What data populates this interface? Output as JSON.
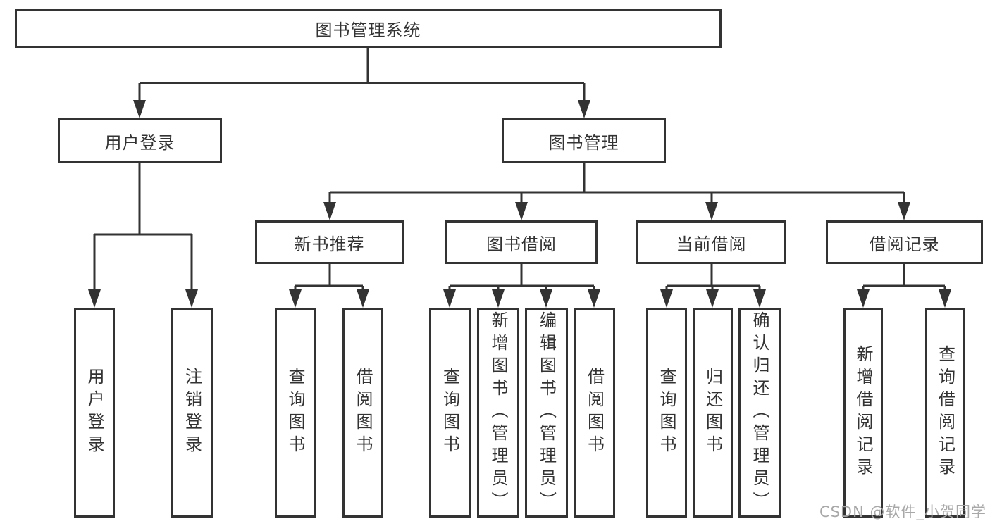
{
  "diagram": {
    "nodes": {
      "root": "图书管理系统",
      "userLogin": "用户登录",
      "bookMgmt": "图书管理",
      "newBookRec": "新书推荐",
      "bookBorrow": "图书借阅",
      "currentBorrow": "当前借阅",
      "borrowRecord": "借阅记录",
      "userLoginLeaf": "用户登录",
      "logoutLeaf": "注销登录",
      "newBookRecQueryLeaf": "查询图书",
      "newBookRecBorrowLeaf": "借阅图书",
      "bookBorrowQueryLeaf": "查询图书",
      "bookBorrowAddLeaf": "新增图书（管理员）",
      "bookBorrowEditLeaf": "编辑图书（管理员）",
      "bookBorrowBorrowLeaf": "借阅图书",
      "currentBorrowQueryLeaf": "查询图书",
      "currentBorrowReturnLeaf": "归还图书",
      "currentBorrowConfirmLeaf": "确认归还（管理员）",
      "borrowRecordAddLeaf": "新增借阅记录",
      "borrowRecordQueryLeaf": "查询借阅记录"
    },
    "watermark": "CSDN @软件_小贺同学",
    "colors": {
      "line": "#333333",
      "text": "#333333",
      "watermark": "#a8a8a8",
      "background": "#ffffff"
    }
  }
}
